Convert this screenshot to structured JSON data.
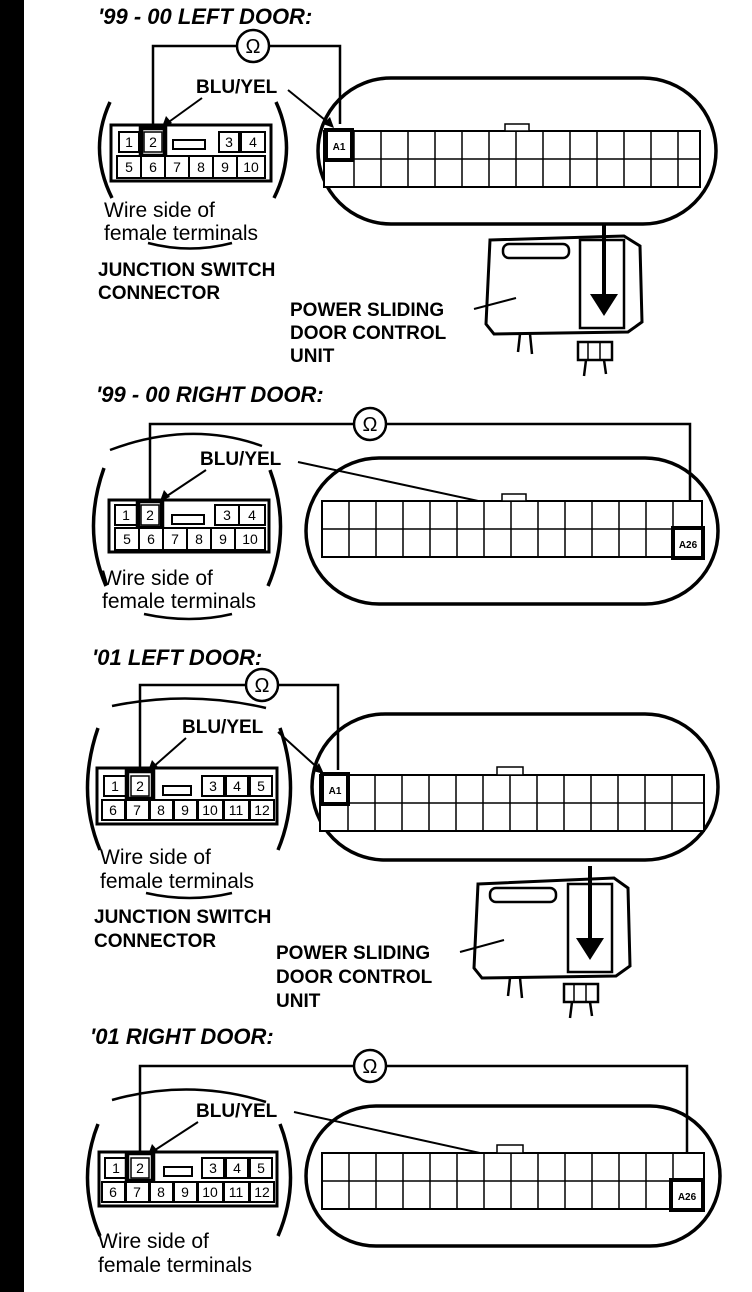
{
  "sections": [
    {
      "title": "'99 - 00 LEFT DOOR:",
      "wire_label": "BLU/YEL",
      "meter_symbol": "Ω",
      "junction_pins_top": [
        "1",
        "2",
        "3",
        "4"
      ],
      "junction_pins_bottom": [
        "5",
        "6",
        "7",
        "8",
        "9",
        "10"
      ],
      "junction_caption": [
        "Wire side of",
        "female terminals"
      ],
      "connector_name": [
        "JUNCTION SWITCH",
        "CONNECTOR"
      ],
      "control_terminal": "A1",
      "unit_name": [
        "POWER SLIDING",
        "DOOR CONTROL",
        "UNIT"
      ]
    },
    {
      "title": "'99 - 00 RIGHT DOOR:",
      "wire_label": "BLU/YEL",
      "meter_symbol": "Ω",
      "junction_pins_top": [
        "1",
        "2",
        "3",
        "4"
      ],
      "junction_pins_bottom": [
        "5",
        "6",
        "7",
        "8",
        "9",
        "10"
      ],
      "junction_caption": [
        "Wire side of",
        "female terminals"
      ],
      "control_terminal": "A26"
    },
    {
      "title": "'01 LEFT DOOR:",
      "wire_label": "BLU/YEL",
      "meter_symbol": "Ω",
      "junction_pins_top": [
        "1",
        "2",
        "3",
        "4",
        "5"
      ],
      "junction_pins_bottom": [
        "6",
        "7",
        "8",
        "9",
        "10",
        "11",
        "12"
      ],
      "junction_caption": [
        "Wire side of",
        "female terminals"
      ],
      "connector_name": [
        "JUNCTION SWITCH",
        "CONNECTOR"
      ],
      "control_terminal": "A1",
      "unit_name": [
        "POWER SLIDING",
        "DOOR CONTROL",
        "UNIT"
      ]
    },
    {
      "title": "'01 RIGHT DOOR:",
      "wire_label": "BLU/YEL",
      "meter_symbol": "Ω",
      "junction_pins_top": [
        "1",
        "2",
        "3",
        "4",
        "5"
      ],
      "junction_pins_bottom": [
        "6",
        "7",
        "8",
        "9",
        "10",
        "11",
        "12"
      ],
      "junction_caption": [
        "Wire side of",
        "female terminals"
      ],
      "control_terminal": "A26"
    }
  ]
}
